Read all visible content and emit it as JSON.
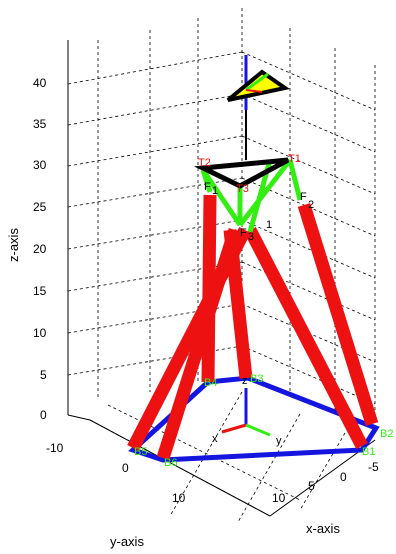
{
  "axes": {
    "x_label": "x-axis",
    "y_label": "y-axis",
    "z_label": "z-axis",
    "z_ticks": [
      "0",
      "5",
      "10",
      "15",
      "20",
      "25",
      "30",
      "35",
      "40"
    ],
    "y_ticks": [
      "-10",
      "0",
      "10"
    ],
    "x_ticks": [
      "10",
      "5",
      "0",
      "-5"
    ]
  },
  "points": {
    "base": [
      "B1",
      "B2",
      "B3",
      "B4",
      "B5",
      "B6"
    ],
    "top": [
      "T1",
      "T2",
      "T3"
    ],
    "f1": "F",
    "f1_sub": "1",
    "f2": "F",
    "f2_sub": "2",
    "f3": "F",
    "f3_sub": "3",
    "sub1": "1",
    "sub2": "1"
  },
  "frame_labels": {
    "x": "x",
    "y": "y",
    "z": "z"
  },
  "colors": {
    "legs": "#ee1111",
    "base": "#1515e0",
    "upper_links": "#33ee11",
    "axis": "#1515e0",
    "top_triangle": "#000000",
    "tool_fill": "#ffff00"
  }
}
